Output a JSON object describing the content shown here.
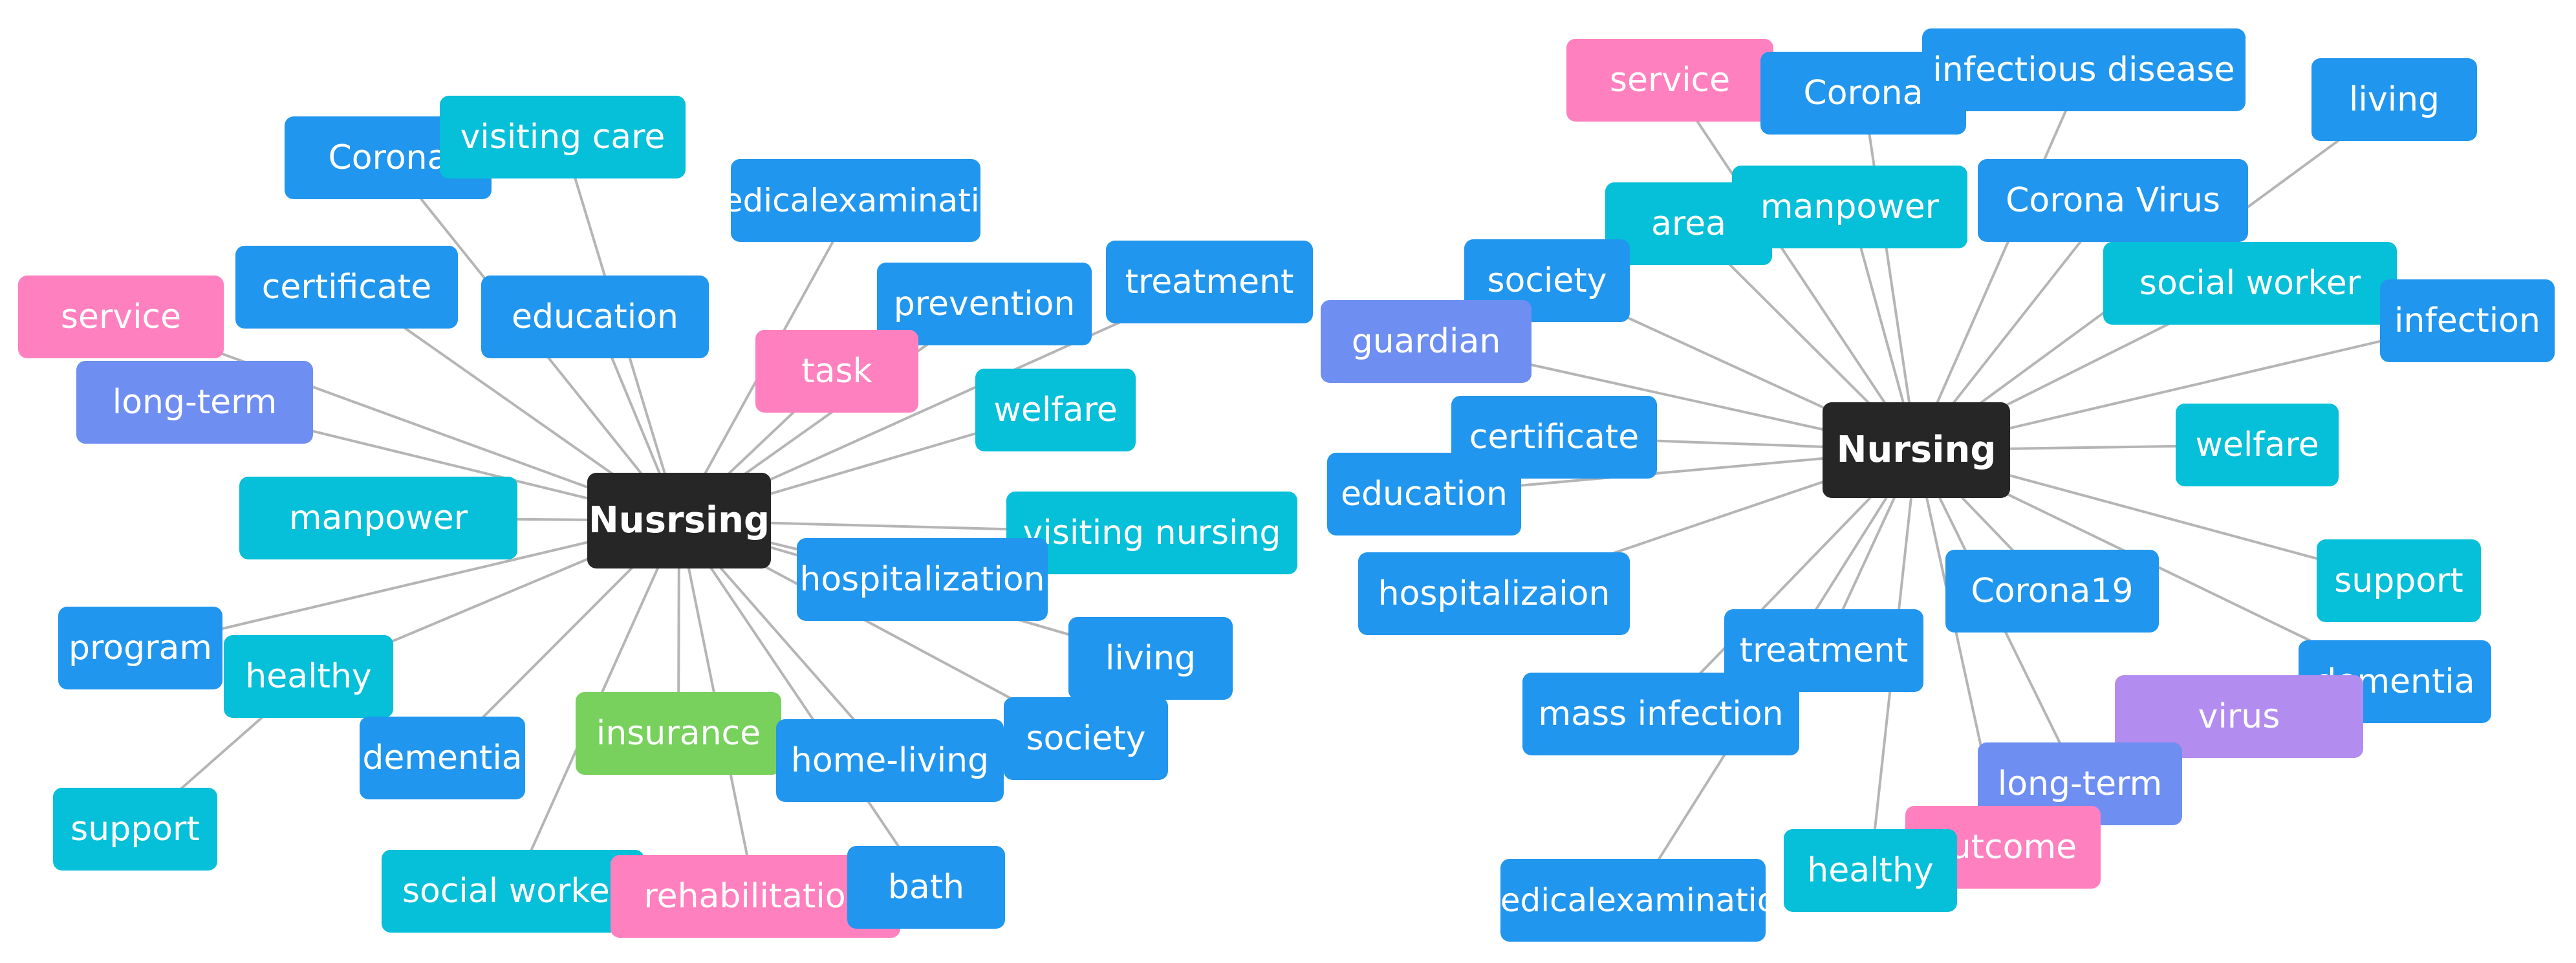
{
  "palette": {
    "blue": "#2196ee",
    "cyan": "#06bfd8",
    "pink": "#ff80be",
    "periwinkle": "#6e8ef2",
    "green": "#77d15c",
    "violet": "#b38cf0",
    "center": "#262626",
    "edge": "#b5b5b5"
  },
  "networks": [
    {
      "id": "left",
      "center": {
        "label": "Nusrsing",
        "color": "center"
      },
      "nodes": [
        {
          "label": "Corona",
          "color": "blue"
        },
        {
          "label": "visiting care",
          "color": "cyan"
        },
        {
          "label": "medical examination",
          "color": "blue",
          "lines": [
            "medical",
            "examination"
          ]
        },
        {
          "label": "certificate",
          "color": "blue"
        },
        {
          "label": "education",
          "color": "blue"
        },
        {
          "label": "prevention",
          "color": "blue"
        },
        {
          "label": "treatment",
          "color": "blue"
        },
        {
          "label": "service",
          "color": "pink"
        },
        {
          "label": "task",
          "color": "pink"
        },
        {
          "label": "long-term",
          "color": "periwinkle"
        },
        {
          "label": "welfare",
          "color": "cyan"
        },
        {
          "label": "manpower",
          "color": "cyan"
        },
        {
          "label": "visiting nursing",
          "color": "cyan"
        },
        {
          "label": "hospitalization",
          "color": "blue"
        },
        {
          "label": "program",
          "color": "blue"
        },
        {
          "label": "healthy",
          "color": "cyan"
        },
        {
          "label": "living",
          "color": "blue"
        },
        {
          "label": "insurance",
          "color": "green"
        },
        {
          "label": "dementia",
          "color": "blue"
        },
        {
          "label": "home-living",
          "color": "blue"
        },
        {
          "label": "society",
          "color": "blue"
        },
        {
          "label": "support",
          "color": "cyan"
        },
        {
          "label": "social worker",
          "color": "cyan"
        },
        {
          "label": "rehabilitation",
          "color": "pink"
        },
        {
          "label": "bath",
          "color": "blue"
        }
      ]
    },
    {
      "id": "right",
      "center": {
        "label": "Nursing",
        "color": "center"
      },
      "nodes": [
        {
          "label": "service",
          "color": "pink"
        },
        {
          "label": "Corona",
          "color": "blue"
        },
        {
          "label": "infectious disease",
          "color": "blue"
        },
        {
          "label": "living",
          "color": "blue"
        },
        {
          "label": "area",
          "color": "cyan"
        },
        {
          "label": "manpower",
          "color": "cyan"
        },
        {
          "label": "Corona Virus",
          "color": "blue"
        },
        {
          "label": "society",
          "color": "blue"
        },
        {
          "label": "social worker",
          "color": "cyan"
        },
        {
          "label": "guardian",
          "color": "periwinkle"
        },
        {
          "label": "infection",
          "color": "blue"
        },
        {
          "label": "certificate",
          "color": "blue"
        },
        {
          "label": "welfare",
          "color": "cyan"
        },
        {
          "label": "education",
          "color": "blue"
        },
        {
          "label": "support",
          "color": "cyan"
        },
        {
          "label": "hospitalizaion",
          "color": "blue"
        },
        {
          "label": "Corona19",
          "color": "blue"
        },
        {
          "label": "treatment",
          "color": "blue"
        },
        {
          "label": "dementia",
          "color": "blue"
        },
        {
          "label": "mass infection",
          "color": "blue"
        },
        {
          "label": "virus",
          "color": "violet"
        },
        {
          "label": "long-term",
          "color": "periwinkle"
        },
        {
          "label": "outcome",
          "color": "pink"
        },
        {
          "label": "medical examination",
          "color": "blue",
          "lines": [
            "medical",
            "examination"
          ]
        },
        {
          "label": "healthy",
          "color": "cyan"
        }
      ]
    }
  ]
}
